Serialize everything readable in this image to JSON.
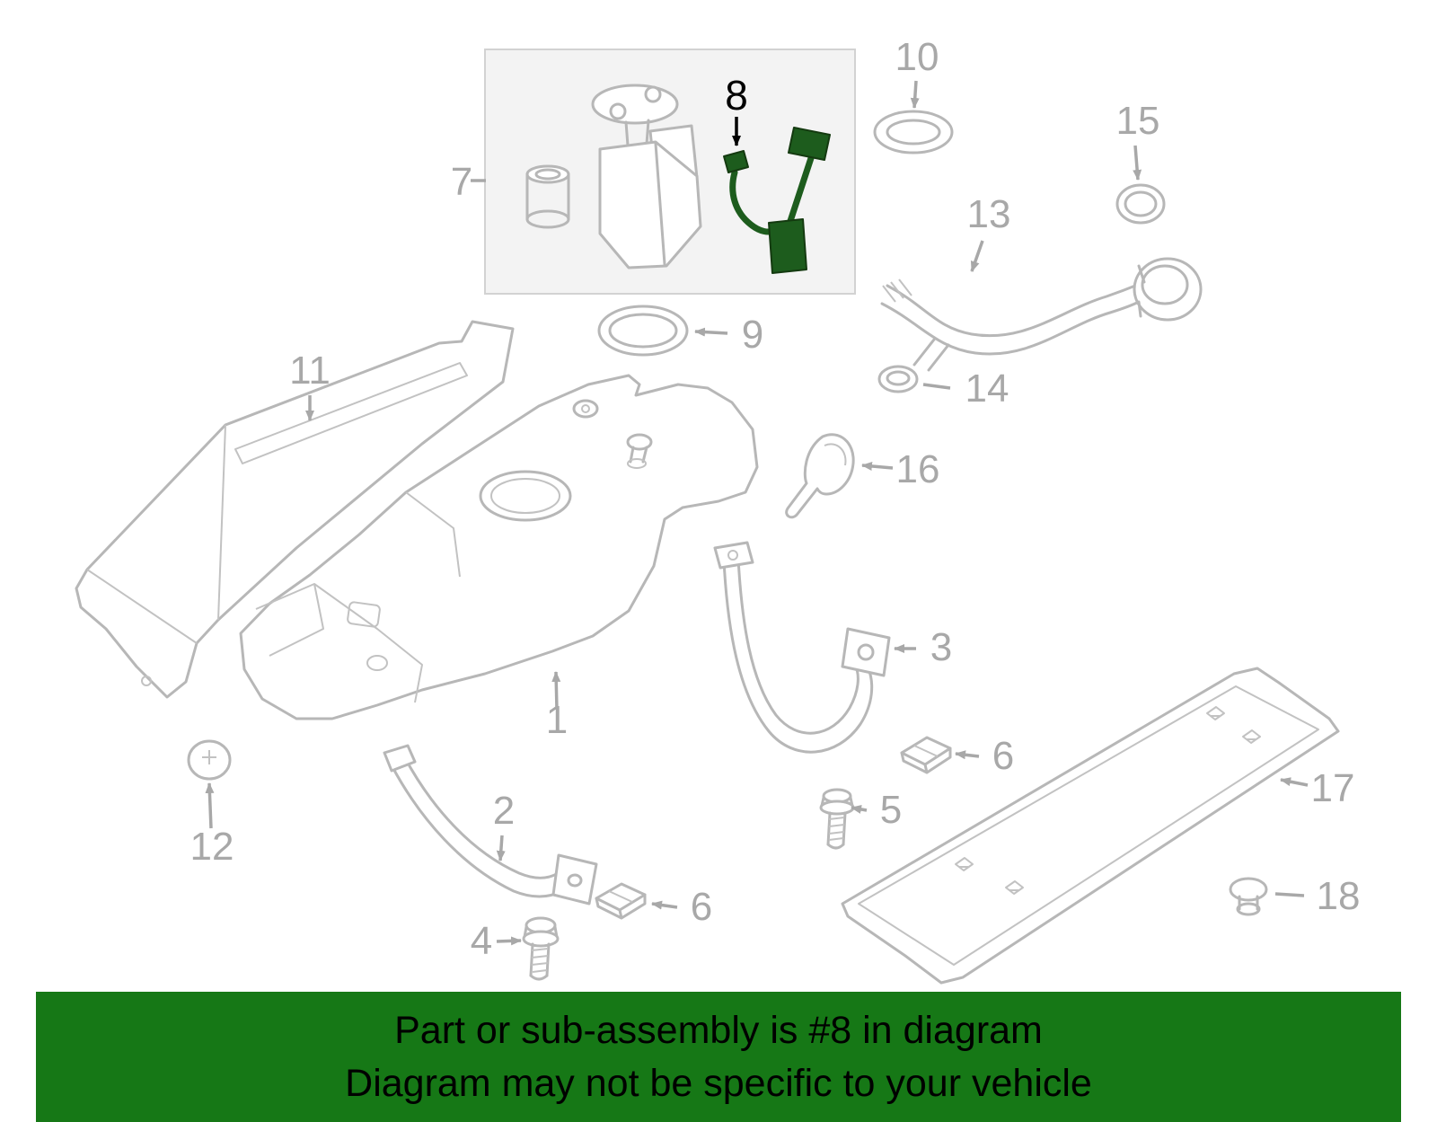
{
  "banner": {
    "line1": "Part or sub-assembly is #8 in diagram",
    "line2": "Diagram may not be specific to your vehicle",
    "background_color": "#167816",
    "text_color": "#000000"
  },
  "diagram": {
    "highlighted_part_number": "8",
    "highlight_color": "#1d5c1d",
    "line_color": "#b7b7b7",
    "label_color": "#a8a8a8",
    "callouts": {
      "c1": "1",
      "c2": "2",
      "c3": "3",
      "c4": "4",
      "c5": "5",
      "c6a": "6",
      "c6b": "6",
      "c7": "7",
      "c8": "8",
      "c9": "9",
      "c10": "10",
      "c11": "11",
      "c12": "12",
      "c13": "13",
      "c14": "14",
      "c15": "15",
      "c16": "16",
      "c17": "17",
      "c18": "18"
    }
  }
}
